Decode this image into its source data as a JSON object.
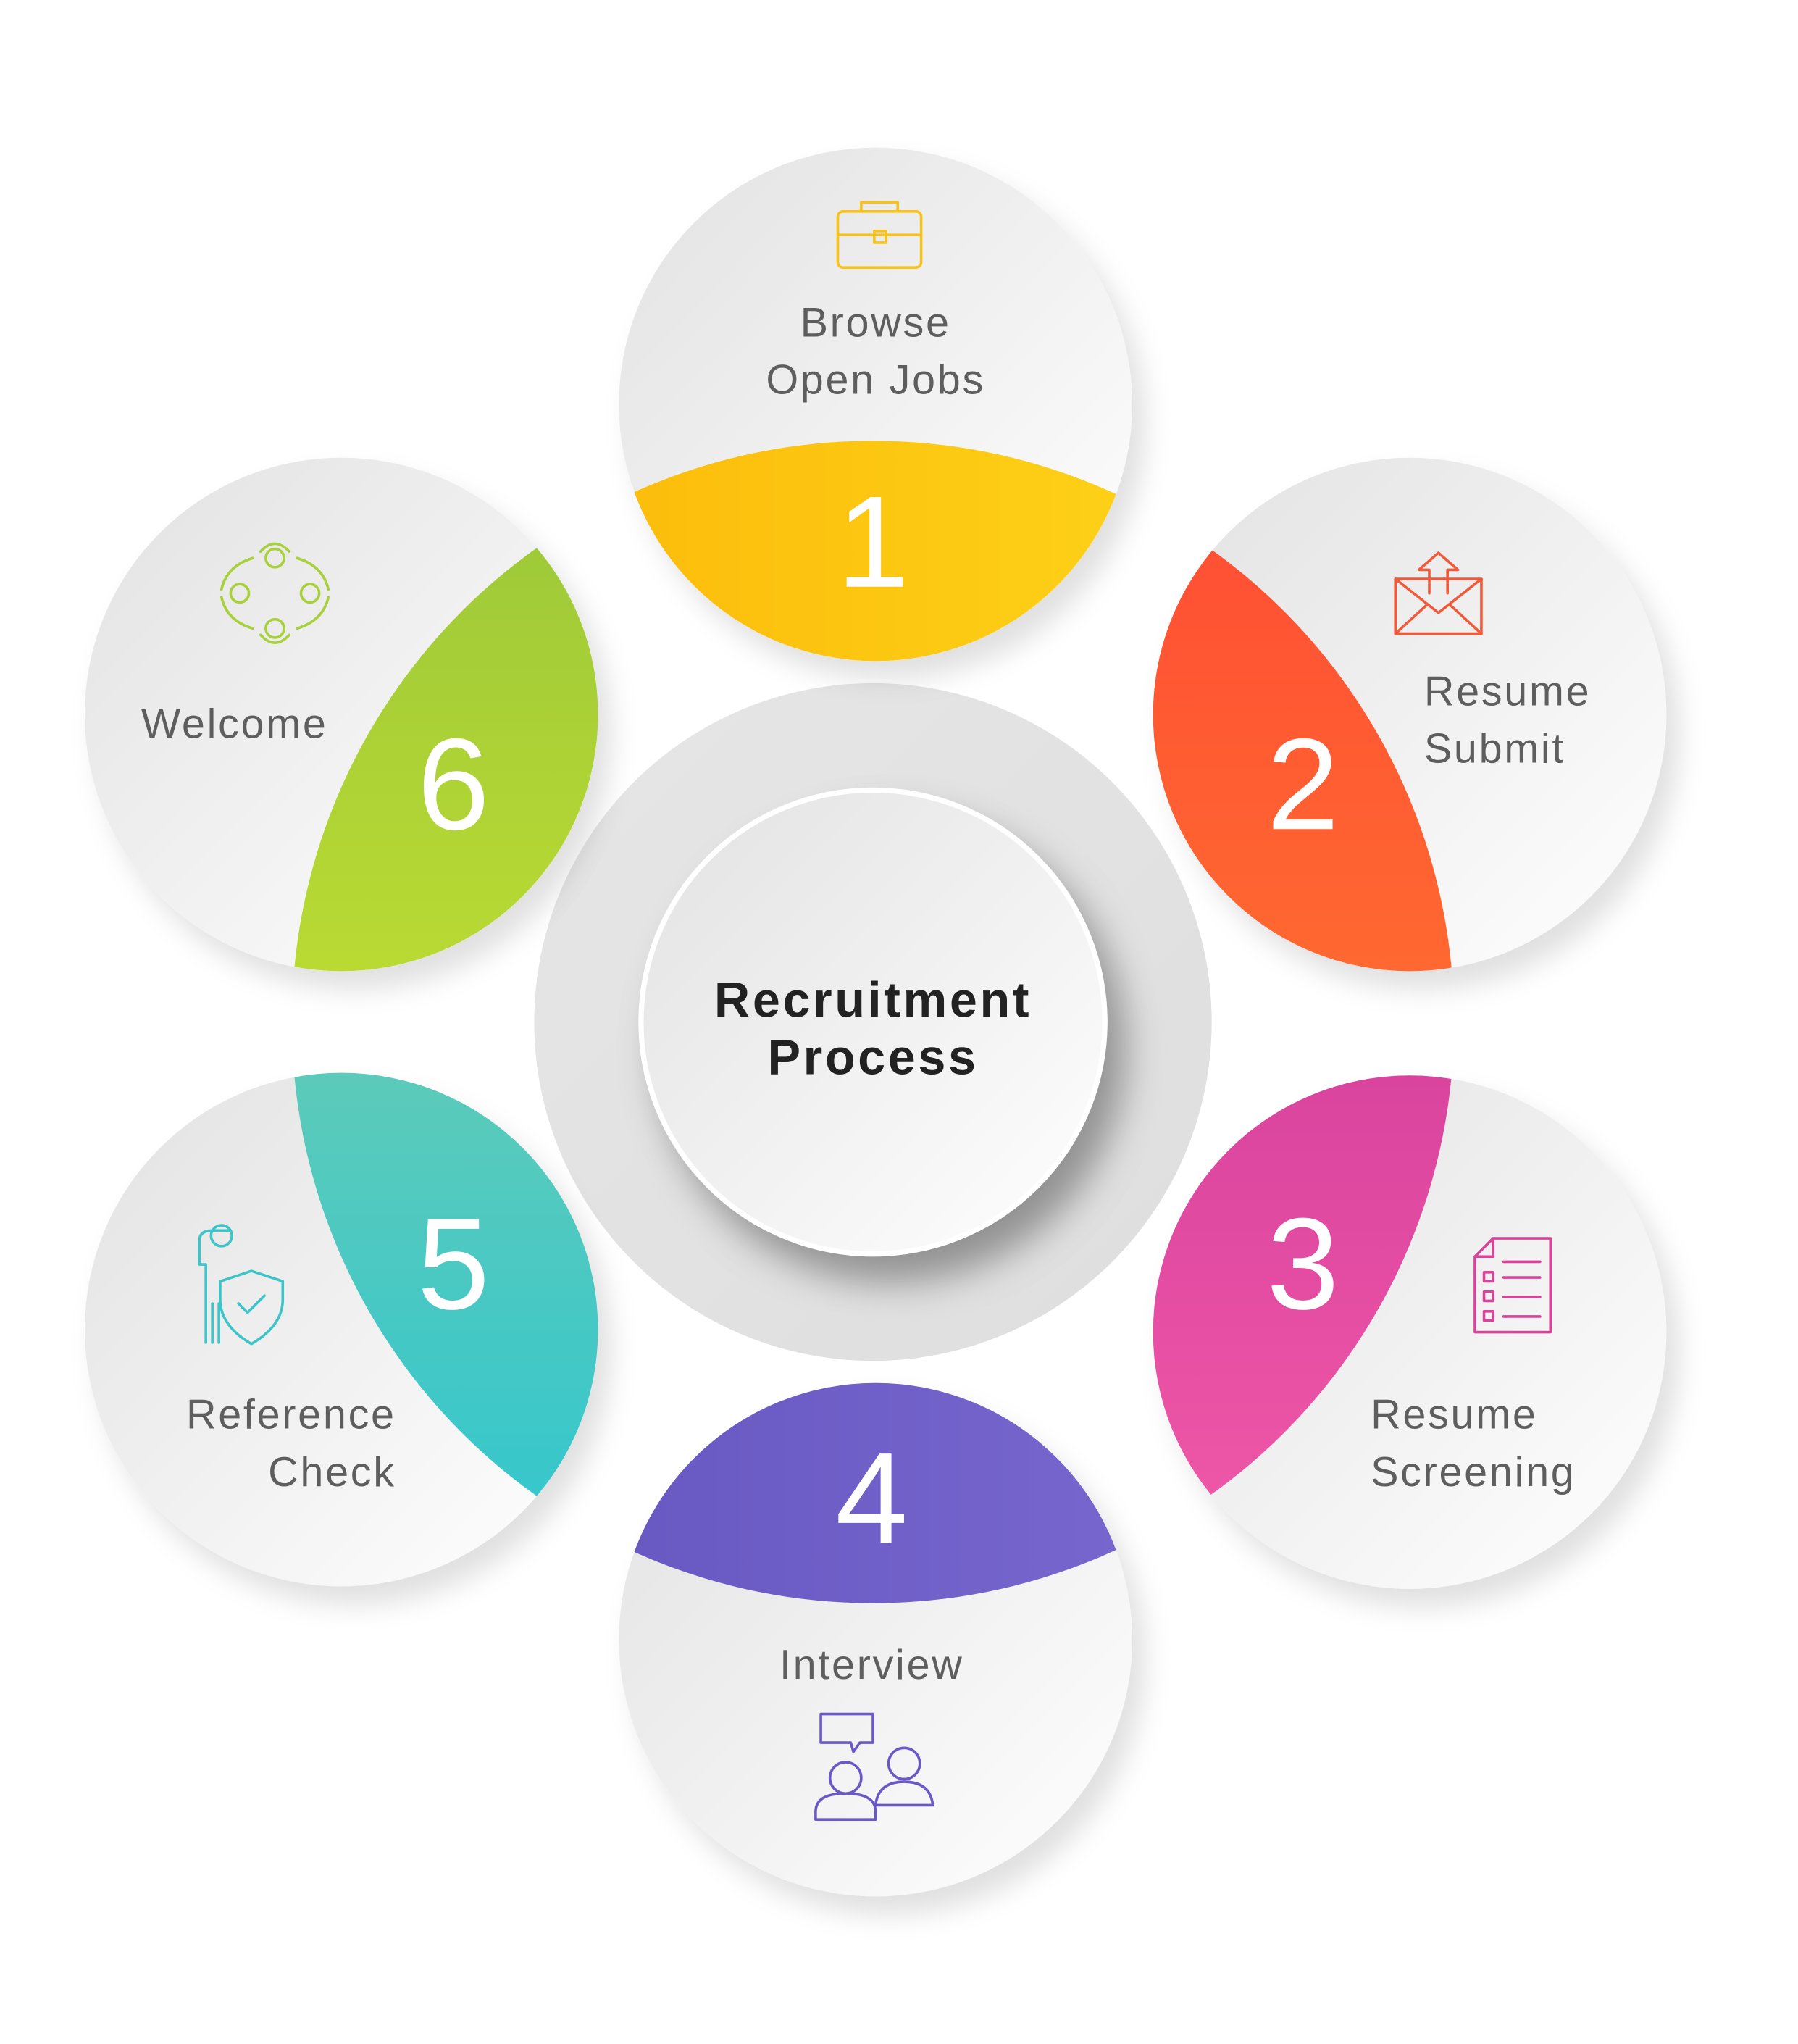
{
  "title": {
    "line1": "Recruitment",
    "line2": "Process"
  },
  "steps": [
    {
      "number": "1",
      "line1": "Browse",
      "line2": "Open Jobs",
      "icon": "briefcase-icon",
      "colors": [
        "#fbb004",
        "#fedd1e"
      ]
    },
    {
      "number": "2",
      "line1": "Resume",
      "line2": "Submit",
      "icon": "envelope-upload-icon",
      "colors": [
        "#ff4a35",
        "#ff8c2a"
      ]
    },
    {
      "number": "3",
      "line1": "Resume",
      "line2": "Screening",
      "icon": "document-list-icon",
      "colors": [
        "#bb2a93",
        "#f35aa8"
      ]
    },
    {
      "number": "4",
      "line1": "Interview",
      "line2": "",
      "icon": "interview-people-icon",
      "colors": [
        "#5f4fb9",
        "#7f6fd6"
      ]
    },
    {
      "number": "5",
      "line1": "Reference",
      "line2": "Check",
      "icon": "person-shield-icon",
      "colors": [
        "#92d0a0",
        "#2ec6d0"
      ]
    },
    {
      "number": "6",
      "line1": "Welcome",
      "line2": "",
      "icon": "team-circle-icon",
      "colors": [
        "#98c63a",
        "#e2f22a"
      ]
    }
  ]
}
